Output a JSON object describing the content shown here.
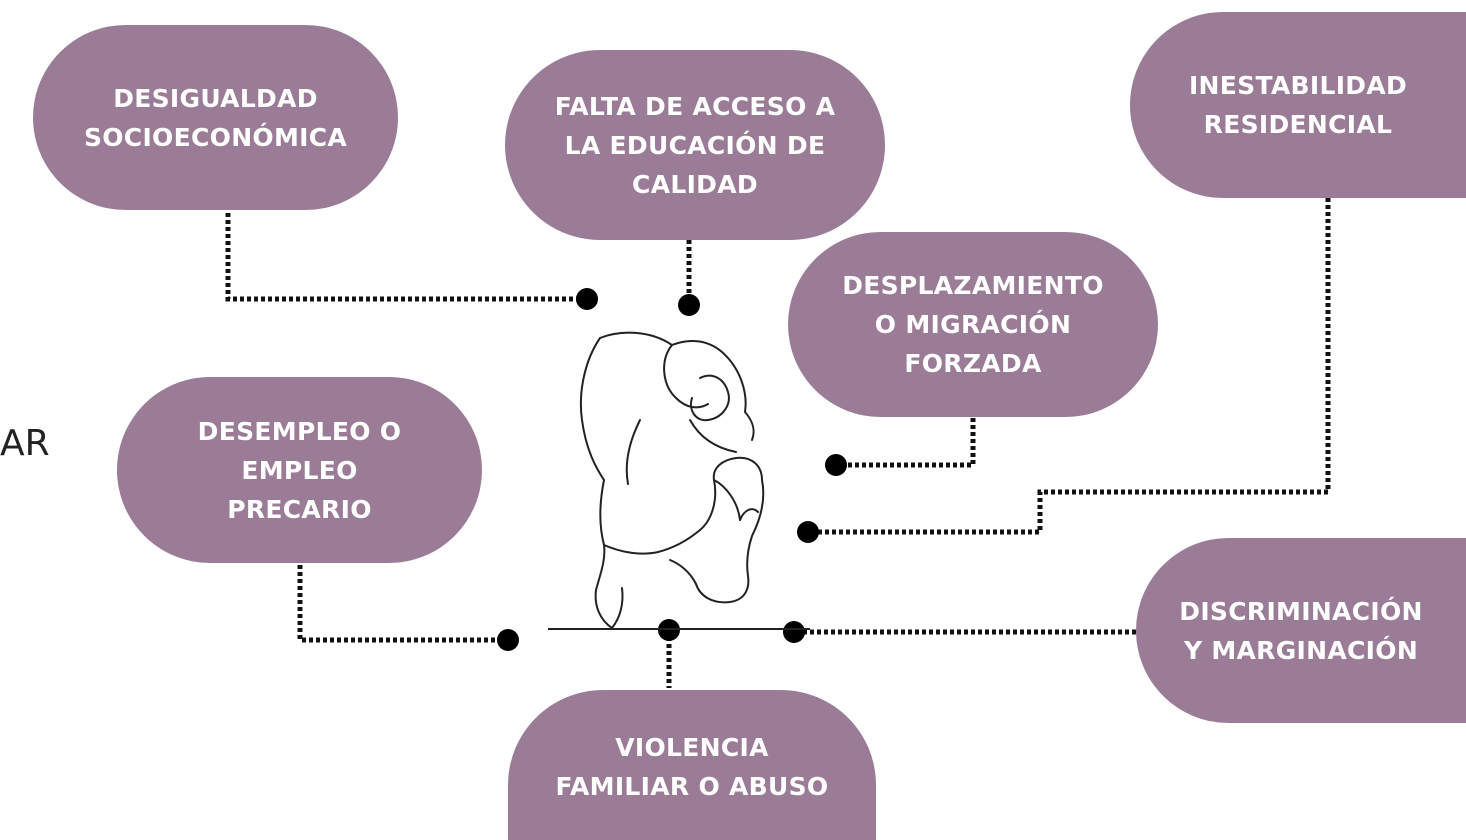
{
  "side_text": "AR",
  "causes": {
    "desigualdad": "DESIGUALDAD\nSOCIOECONÓMICA",
    "educacion": "FALTA DE ACCESO A\nLA EDUCACIÓN DE\nCALIDAD",
    "inestabilidad": "INESTABILIDAD\nRESIDENCIAL",
    "desplazamiento": "DESPLAZAMIENTO\nO MIGRACIÓN\nFORZADA",
    "desempleo": "DESEMPLEO O\nEMPLEO\nPRECARIO",
    "discriminacion": "DISCRIMINACIÓN\nY MARGINACIÓN",
    "violencia": "VIOLENCIA\nFAMILIAR O ABUSO"
  }
}
